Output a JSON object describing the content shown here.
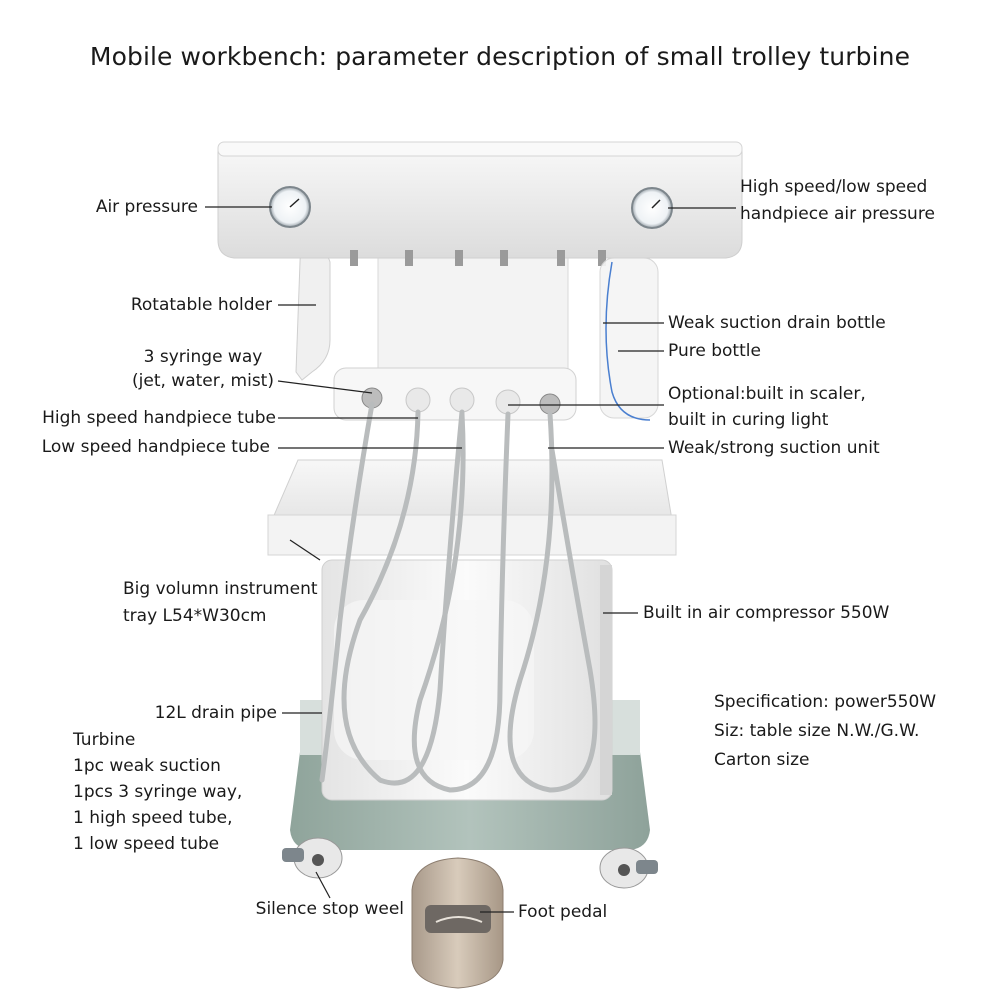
{
  "title": "Mobile workbench: parameter description of small trolley turbine",
  "labels": {
    "air_pressure": "Air pressure",
    "hs_ls_air_pressure_1": "High speed/low speed",
    "hs_ls_air_pressure_2": "handpiece air pressure",
    "rotatable_holder": "Rotatable holder",
    "syringe_1": "3 syringe way",
    "syringe_2": "(jet, water, mist)",
    "high_speed_tube": "High speed handpiece tube",
    "low_speed_tube": "Low speed handpiece tube",
    "weak_suction_drain_bottle": "Weak suction drain bottle",
    "pure_bottle": "Pure bottle",
    "optional_1": "Optional:built in scaler,",
    "optional_2": "built in curing light",
    "suction_unit": "Weak/strong suction unit",
    "tray_1": "Big volumn instrument",
    "tray_2": "tray L54*W30cm",
    "compressor": "Built in air compressor 550W",
    "drain_pipe": "12L drain pipe",
    "stop_wheel": "Silence stop weel",
    "foot_pedal": "Foot pedal"
  },
  "turbine_block": [
    "Turbine",
    "1pc weak suction",
    "1pcs 3 syringe way,",
    "1 high speed tube,",
    "1 low speed tube"
  ],
  "spec_block": [
    "Specification: power550W",
    "Siz: table size N.W./G.W.",
    "Carton size"
  ],
  "colors": {
    "body_white": "#f2f2f2",
    "base_green": "#9fb3ab",
    "hose_grey": "#b9bcbd",
    "bottle_blue": "#4a7fd0",
    "pedal_tan": "#c9b9a6"
  }
}
